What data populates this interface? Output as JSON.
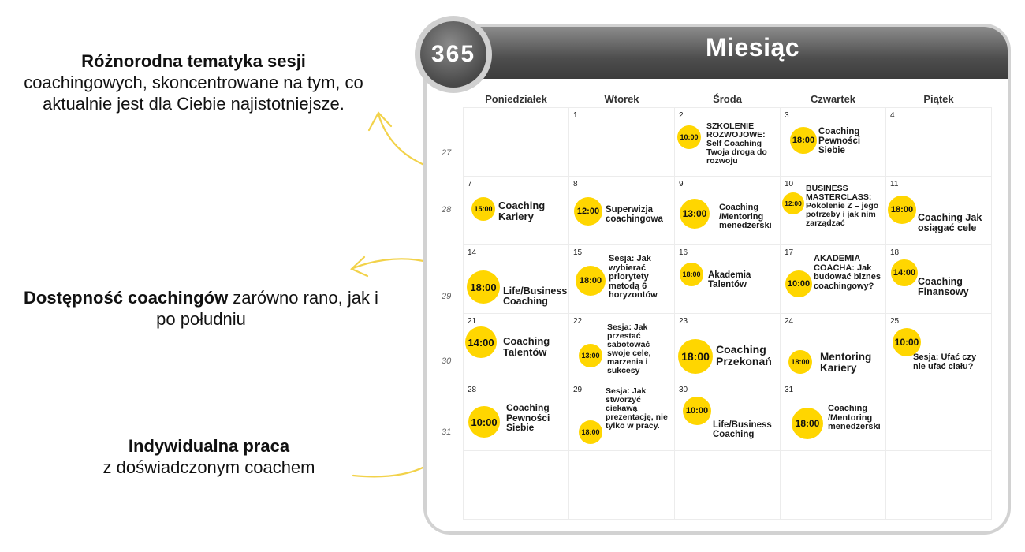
{
  "notes": {
    "n1_bold": "Różnorodna tematyka sesji",
    "n1_text": "coachingowych, skoncentrowane na tym, co aktualnie jest dla Ciebie najistotniejsze.",
    "n2_bold": "Dostępność coachingów",
    "n2_text": " zarówno rano, jak i po południu",
    "n3_bold": "Indywidualna praca",
    "n3_text": "z doświadczonym coachem"
  },
  "calendar": {
    "badge": "365",
    "title": "Miesiąc",
    "days": [
      "Poniedziałek",
      "Wtorek",
      "Środa",
      "Czwartek",
      "Piątek"
    ],
    "weeks": [
      "27",
      "28",
      "29",
      "30",
      "31"
    ],
    "accent": "#ffd600",
    "header_color": "#4e4e4e",
    "cells": {
      "c1": {
        "d": "1"
      },
      "c2": {
        "d": "2",
        "t": "10:00",
        "e": "SZKOLENIE ROZWOJOWE: Self Coaching – Twoja droga do rozwoju"
      },
      "c3": {
        "d": "3",
        "t": "18:00",
        "e": "Coaching Pewności Siebie"
      },
      "c4": {
        "d": "4"
      },
      "c7": {
        "d": "7",
        "t": "15:00",
        "e": "Coaching Kariery"
      },
      "c8": {
        "d": "8",
        "t": "12:00",
        "e": "Superwizja coachingowa"
      },
      "c9": {
        "d": "9",
        "t": "13:00",
        "e": "Coaching /Mentoring menedżerski"
      },
      "c10": {
        "d": "10",
        "t": "12:00",
        "e": "BUSINESS MASTERCLASS: Pokolenie Z – jego potrzeby i jak nim zarządzać"
      },
      "c11": {
        "d": "11",
        "t": "18:00",
        "e": "Coaching Jak osiągać cele"
      },
      "c14": {
        "d": "14",
        "t": "18:00",
        "e": "Life/Business Coaching"
      },
      "c15": {
        "d": "15",
        "t": "18:00",
        "e": "Sesja: Jak wybierać priorytety metodą 6 horyzontów"
      },
      "c16": {
        "d": "16",
        "t": "18:00",
        "e": "Akademia Talentów"
      },
      "c17": {
        "d": "17",
        "t": "10:00",
        "e": "AKADEMIA COACHA: Jak budować biznes coachingowy?"
      },
      "c18": {
        "d": "18",
        "t": "14:00",
        "e": "Coaching Finansowy"
      },
      "c21": {
        "d": "21",
        "t": "14:00",
        "e": "Coaching Talentów"
      },
      "c22": {
        "d": "22",
        "t": "13:00",
        "e": "Sesja: Jak przestać sabotować swoje cele, marzenia i sukcesy"
      },
      "c23": {
        "d": "23",
        "t": "18:00",
        "e": "Coaching Przekonań"
      },
      "c24": {
        "d": "24",
        "t": "18:00",
        "e": "Mentoring Kariery"
      },
      "c25": {
        "d": "25",
        "t": "10:00",
        "e": "Sesja: Ufać czy nie ufać ciału?"
      },
      "c28": {
        "d": "28",
        "t": "10:00",
        "e": "Coaching Pewności Siebie"
      },
      "c29": {
        "d": "29",
        "t": "18:00",
        "e": "Sesja: Jak stworzyć ciekawą prezentację, nie tylko w pracy."
      },
      "c30": {
        "d": "30",
        "t": "10:00",
        "e": "Life/Business Coaching"
      },
      "c31": {
        "d": "31",
        "t": "18:00",
        "e": "Coaching /Mentoring menedżerski"
      }
    }
  }
}
